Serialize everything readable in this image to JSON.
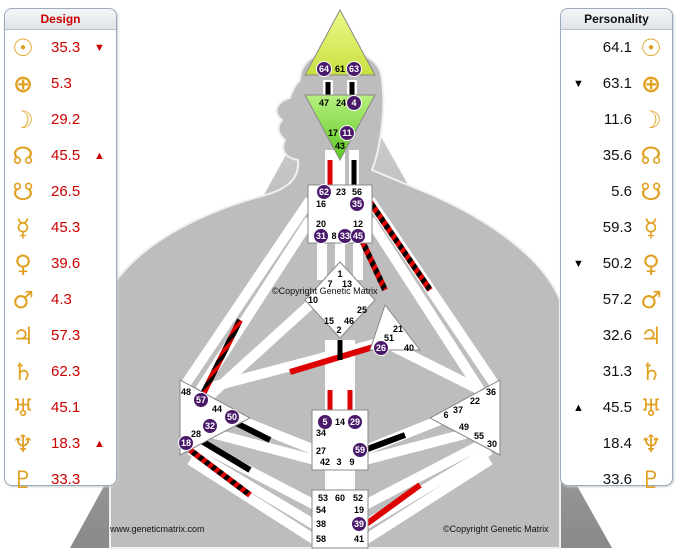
{
  "design": {
    "title": "Design",
    "rows": [
      {
        "icon": "sun-icon",
        "glyph": "☉",
        "value": "35.3",
        "arrow": "▼"
      },
      {
        "icon": "earth-icon",
        "glyph": "⊕",
        "value": "5.3",
        "arrow": ""
      },
      {
        "icon": "moon-icon",
        "glyph": "☽",
        "value": "29.2",
        "arrow": ""
      },
      {
        "icon": "north-node-icon",
        "glyph": "☊",
        "value": "45.5",
        "arrow": "▲"
      },
      {
        "icon": "south-node-icon",
        "glyph": "☋",
        "value": "26.5",
        "arrow": ""
      },
      {
        "icon": "mercury-icon",
        "glyph": "☿",
        "value": "45.3",
        "arrow": ""
      },
      {
        "icon": "venus-icon",
        "glyph": "♀",
        "value": "39.6",
        "arrow": ""
      },
      {
        "icon": "mars-icon",
        "glyph": "♂",
        "value": "4.3",
        "arrow": ""
      },
      {
        "icon": "jupiter-icon",
        "glyph": "♃",
        "value": "57.3",
        "arrow": ""
      },
      {
        "icon": "saturn-icon",
        "glyph": "♄",
        "value": "62.3",
        "arrow": ""
      },
      {
        "icon": "uranus-icon",
        "glyph": "♅",
        "value": "45.1",
        "arrow": ""
      },
      {
        "icon": "neptune-icon",
        "glyph": "♆",
        "value": "18.3",
        "arrow": "▲"
      },
      {
        "icon": "pluto-icon",
        "glyph": "♇",
        "value": "33.3",
        "arrow": ""
      }
    ]
  },
  "personality": {
    "title": "Personality",
    "rows": [
      {
        "icon": "sun-icon",
        "glyph": "☉",
        "value": "64.1",
        "arrow": ""
      },
      {
        "icon": "earth-icon",
        "glyph": "⊕",
        "value": "63.1",
        "arrow": "▼"
      },
      {
        "icon": "moon-icon",
        "glyph": "☽",
        "value": "11.6",
        "arrow": ""
      },
      {
        "icon": "north-node-icon",
        "glyph": "☊",
        "value": "35.6",
        "arrow": ""
      },
      {
        "icon": "south-node-icon",
        "glyph": "☋",
        "value": "5.6",
        "arrow": ""
      },
      {
        "icon": "mercury-icon",
        "glyph": "☿",
        "value": "59.3",
        "arrow": ""
      },
      {
        "icon": "venus-icon",
        "glyph": "♀",
        "value": "50.2",
        "arrow": "▼"
      },
      {
        "icon": "mars-icon",
        "glyph": "♂",
        "value": "57.2",
        "arrow": ""
      },
      {
        "icon": "jupiter-icon",
        "glyph": "♃",
        "value": "32.6",
        "arrow": ""
      },
      {
        "icon": "saturn-icon",
        "glyph": "♄",
        "value": "31.3",
        "arrow": ""
      },
      {
        "icon": "uranus-icon",
        "glyph": "♅",
        "value": "45.5",
        "arrow": "▲"
      },
      {
        "icon": "neptune-icon",
        "glyph": "♆",
        "value": "18.4",
        "arrow": ""
      },
      {
        "icon": "pluto-icon",
        "glyph": "♇",
        "value": "33.6",
        "arrow": ""
      }
    ]
  },
  "bodygraph": {
    "copyright_center": "©Copyright Genetic Matrix",
    "website": "www.geneticmatrix.com",
    "copyright_bottom": "©Copyright Genetic Matrix",
    "gates": [
      {
        "n": "64",
        "active": true
      },
      {
        "n": "61",
        "active": false
      },
      {
        "n": "63",
        "active": true
      },
      {
        "n": "47",
        "active": false
      },
      {
        "n": "24",
        "active": false
      },
      {
        "n": "4",
        "active": true
      },
      {
        "n": "17",
        "active": false
      },
      {
        "n": "11",
        "active": true
      },
      {
        "n": "43",
        "active": false
      },
      {
        "n": "62",
        "active": true
      },
      {
        "n": "23",
        "active": false
      },
      {
        "n": "56",
        "active": false
      },
      {
        "n": "16",
        "active": false
      },
      {
        "n": "35",
        "active": true
      },
      {
        "n": "20",
        "active": false
      },
      {
        "n": "12",
        "active": false
      },
      {
        "n": "31",
        "active": true
      },
      {
        "n": "8",
        "active": false
      },
      {
        "n": "33",
        "active": true
      },
      {
        "n": "45",
        "active": true
      },
      {
        "n": "1",
        "active": false
      },
      {
        "n": "7",
        "active": false
      },
      {
        "n": "13",
        "active": false
      },
      {
        "n": "10",
        "active": false
      },
      {
        "n": "25",
        "active": false
      },
      {
        "n": "15",
        "active": false
      },
      {
        "n": "46",
        "active": false
      },
      {
        "n": "2",
        "active": false
      },
      {
        "n": "21",
        "active": false
      },
      {
        "n": "51",
        "active": false
      },
      {
        "n": "26",
        "active": true
      },
      {
        "n": "40",
        "active": false
      },
      {
        "n": "48",
        "active": false
      },
      {
        "n": "57",
        "active": true
      },
      {
        "n": "44",
        "active": false
      },
      {
        "n": "50",
        "active": true
      },
      {
        "n": "32",
        "active": true
      },
      {
        "n": "28",
        "active": false
      },
      {
        "n": "18",
        "active": true
      },
      {
        "n": "5",
        "active": true
      },
      {
        "n": "14",
        "active": false
      },
      {
        "n": "29",
        "active": true
      },
      {
        "n": "34",
        "active": false
      },
      {
        "n": "27",
        "active": false
      },
      {
        "n": "59",
        "active": true
      },
      {
        "n": "42",
        "active": false
      },
      {
        "n": "3",
        "active": false
      },
      {
        "n": "9",
        "active": false
      },
      {
        "n": "36",
        "active": false
      },
      {
        "n": "22",
        "active": false
      },
      {
        "n": "6",
        "active": false
      },
      {
        "n": "37",
        "active": false
      },
      {
        "n": "49",
        "active": false
      },
      {
        "n": "55",
        "active": false
      },
      {
        "n": "30",
        "active": false
      },
      {
        "n": "53",
        "active": false
      },
      {
        "n": "60",
        "active": false
      },
      {
        "n": "52",
        "active": false
      },
      {
        "n": "54",
        "active": false
      },
      {
        "n": "19",
        "active": false
      },
      {
        "n": "38",
        "active": false
      },
      {
        "n": "39",
        "active": true
      },
      {
        "n": "58",
        "active": false
      },
      {
        "n": "41",
        "active": false
      }
    ],
    "colors": {
      "personality": "#000000",
      "design": "#dd0000",
      "head": "#d8f060",
      "ajna": "#8ee040",
      "gate_badge": "#4a1a6a"
    }
  }
}
